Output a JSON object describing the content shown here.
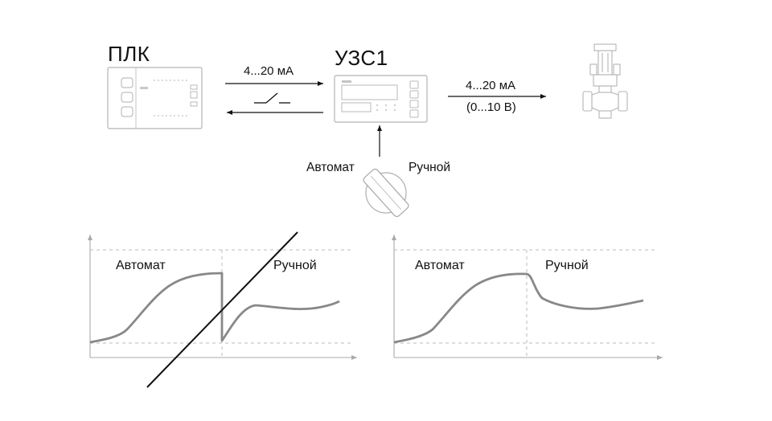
{
  "diagram": {
    "plc": {
      "title": "ПЛК"
    },
    "uzs": {
      "title": "УЗС1"
    },
    "signals": {
      "plc_to_uzs": "4...20 мА",
      "uzs_to_valve_current": "4...20 мА",
      "uzs_to_valve_voltage": "(0...10 В)"
    },
    "switch": {
      "auto_label": "Автомат",
      "manual_label": "Ручной"
    }
  },
  "charts": [
    {
      "auto_label": "Автомат",
      "manual_label": "Ручной",
      "crossed_out": true
    },
    {
      "auto_label": "Автомат",
      "manual_label": "Ручной",
      "crossed_out": false
    }
  ],
  "colors": {
    "line": "#111111",
    "device_outline": "#aaaaaa",
    "curve": "#888888",
    "dashed": "#bbbbbb"
  }
}
